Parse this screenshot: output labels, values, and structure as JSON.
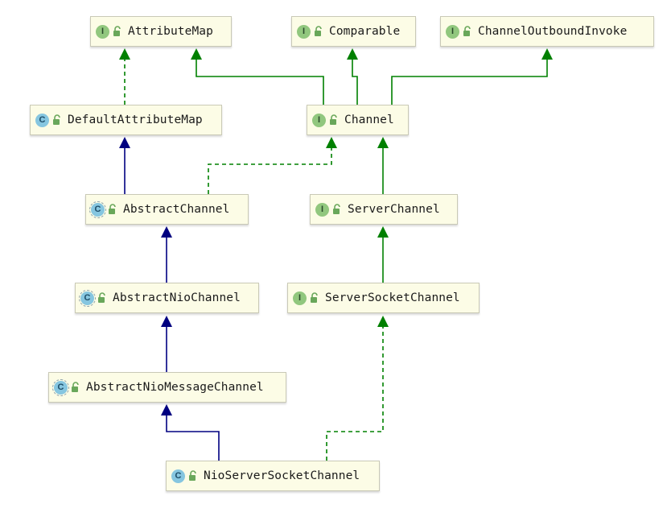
{
  "diagram": {
    "nodes": [
      {
        "id": "attributemap",
        "kind": "interface",
        "badge": "I",
        "label": "AttributeMap"
      },
      {
        "id": "comparable",
        "kind": "interface",
        "badge": "I",
        "label": "Comparable"
      },
      {
        "id": "channeloutboundinvoker",
        "kind": "interface",
        "badge": "I",
        "label": "ChannelOutboundInvoke"
      },
      {
        "id": "defaultattributemap",
        "kind": "class",
        "badge": "C",
        "label": "DefaultAttributeMap"
      },
      {
        "id": "channel",
        "kind": "interface",
        "badge": "I",
        "label": "Channel"
      },
      {
        "id": "abstractchannel",
        "kind": "abstract",
        "badge": "C",
        "label": "AbstractChannel"
      },
      {
        "id": "serverchannel",
        "kind": "interface",
        "badge": "I",
        "label": "ServerChannel"
      },
      {
        "id": "abstractniochannel",
        "kind": "abstract",
        "badge": "C",
        "label": "AbstractNioChannel"
      },
      {
        "id": "serversocketchannel",
        "kind": "interface",
        "badge": "I",
        "label": "ServerSocketChannel"
      },
      {
        "id": "abstractniomessagechannel",
        "kind": "abstract",
        "badge": "C",
        "label": "AbstractNioMessageChannel"
      },
      {
        "id": "nioserversocketchannel",
        "kind": "class",
        "badge": "C",
        "label": "NioServerSocketChannel"
      }
    ],
    "edges": [
      {
        "from": "defaultattributemap",
        "to": "attributemap",
        "type": "implements"
      },
      {
        "from": "channel",
        "to": "attributemap",
        "type": "extends-interface"
      },
      {
        "from": "channel",
        "to": "comparable",
        "type": "extends-interface"
      },
      {
        "from": "channel",
        "to": "channeloutboundinvoker",
        "type": "extends-interface"
      },
      {
        "from": "abstractchannel",
        "to": "defaultattributemap",
        "type": "extends"
      },
      {
        "from": "abstractchannel",
        "to": "channel",
        "type": "implements"
      },
      {
        "from": "serverchannel",
        "to": "channel",
        "type": "extends-interface"
      },
      {
        "from": "abstractniochannel",
        "to": "abstractchannel",
        "type": "extends"
      },
      {
        "from": "serversocketchannel",
        "to": "serverchannel",
        "type": "extends-interface"
      },
      {
        "from": "abstractniomessagechannel",
        "to": "abstractniochannel",
        "type": "extends"
      },
      {
        "from": "nioserversocketchannel",
        "to": "abstractniomessagechannel",
        "type": "extends"
      },
      {
        "from": "nioserversocketchannel",
        "to": "serversocketchannel",
        "type": "implements"
      }
    ],
    "colors": {
      "extends": "#000080",
      "interface_link": "#008000",
      "node_fill": "#fcfce6",
      "node_border": "#c9c9b6",
      "interface_badge": "#91c77e",
      "class_badge": "#86c6e0"
    }
  }
}
